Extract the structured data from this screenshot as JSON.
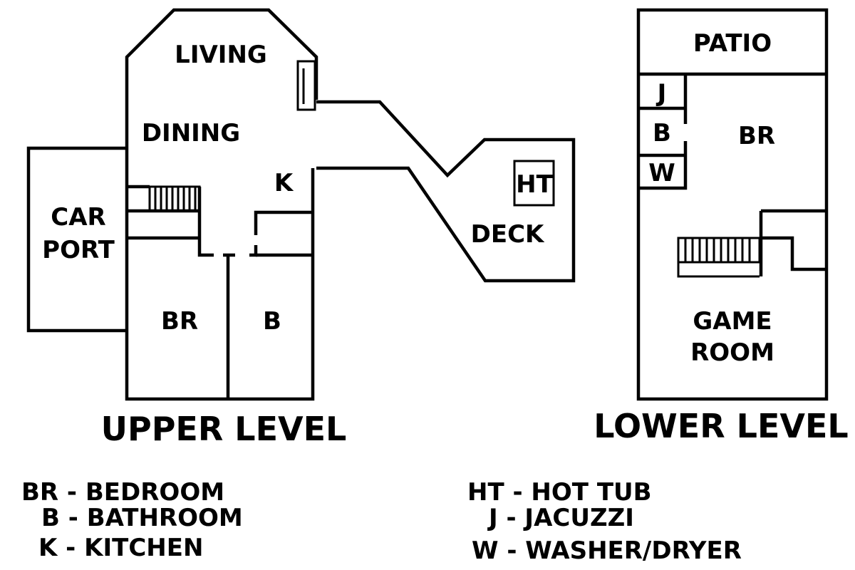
{
  "upper": {
    "title": "UPPER LEVEL",
    "living": "LIVING",
    "dining": "DINING",
    "kitchen": "K",
    "carport_line1": "CAR",
    "carport_line2": "PORT",
    "bedroom": "BR",
    "bath": "B",
    "deck": "DECK",
    "hot_tub": "HT"
  },
  "lower": {
    "title": "LOWER LEVEL",
    "patio": "PATIO",
    "jacuzzi": "J",
    "bath": "B",
    "washer": "W",
    "bedroom": "BR",
    "game_line1": "GAME",
    "game_line2": "ROOM"
  },
  "legend": {
    "br": "BR - BEDROOM",
    "b": "B - BATHROOM",
    "k": "K - KITCHEN",
    "ht": "HT - HOT TUB",
    "j": "J - JACUZZI",
    "w": "W - WASHER/DRYER"
  },
  "colors": {
    "line": "#000000",
    "background": "#ffffff"
  }
}
